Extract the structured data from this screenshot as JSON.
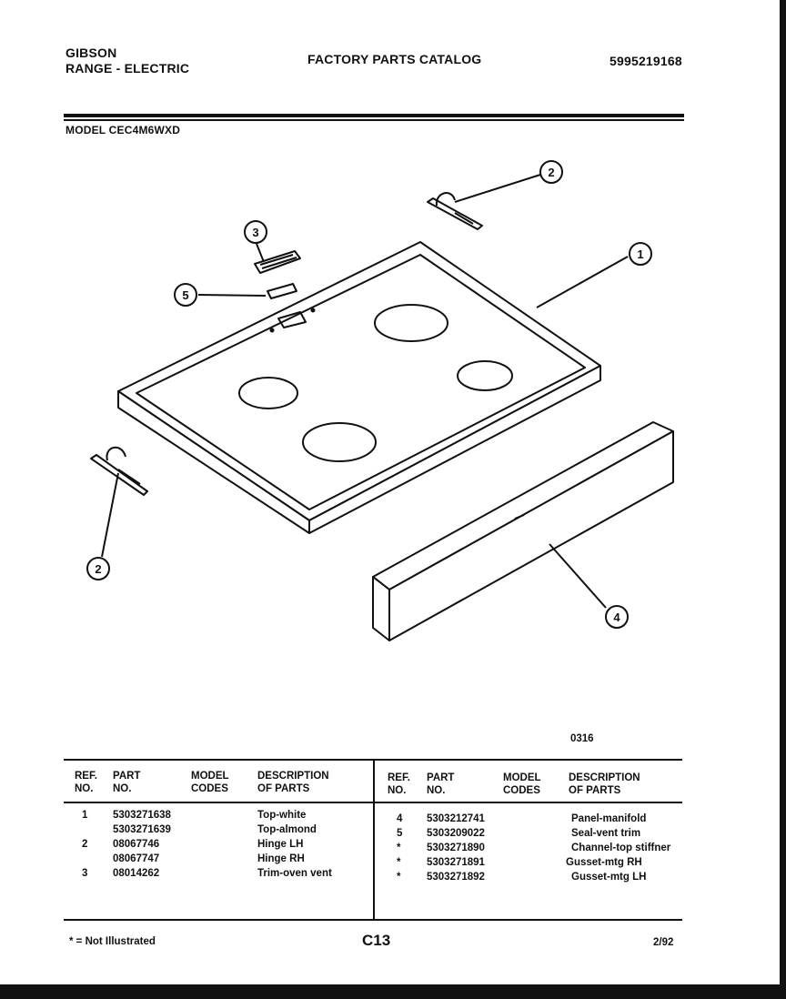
{
  "header": {
    "brand": "GIBSON",
    "product": "RANGE - ELECTRIC",
    "catalog_title": "FACTORY PARTS CATALOG",
    "catalog_number": "5995219168",
    "model": "MODEL CEC4M6WXD"
  },
  "diagram": {
    "figure_code": "0316",
    "callouts": [
      "1",
      "2",
      "2",
      "3",
      "4",
      "5"
    ]
  },
  "table": {
    "headers": {
      "ref": [
        "REF.",
        "NO."
      ],
      "part": [
        "PART",
        "NO."
      ],
      "model": [
        "MODEL",
        "CODES"
      ],
      "desc": [
        "DESCRIPTION",
        "OF PARTS"
      ]
    },
    "left_rows": [
      {
        "ref": "1",
        "part": "5303271638",
        "model": "",
        "desc": "Top-white"
      },
      {
        "ref": "",
        "part": "5303271639",
        "model": "",
        "desc": "Top-almond"
      },
      {
        "ref": "2",
        "part": "08067746",
        "model": "",
        "desc": "Hinge LH"
      },
      {
        "ref": "",
        "part": "08067747",
        "model": "",
        "desc": "Hinge RH"
      },
      {
        "ref": "3",
        "part": "08014262",
        "model": "",
        "desc": "Trim-oven vent"
      }
    ],
    "right_rows": [
      {
        "ref": "4",
        "part": "5303212741",
        "model": "",
        "desc": "Panel-manifold"
      },
      {
        "ref": "5",
        "part": "5303209022",
        "model": "",
        "desc": "Seal-vent trim"
      },
      {
        "ref": "*",
        "part": "5303271890",
        "model": "",
        "desc": "Channel-top stiffner"
      },
      {
        "ref": "*",
        "part": "5303271891",
        "model": "",
        "desc": "Gusset-mtg RH"
      },
      {
        "ref": "*",
        "part": "5303271892",
        "model": "",
        "desc": "Gusset-mtg LH"
      }
    ]
  },
  "footer": {
    "note": "* = Not Illustrated",
    "page": "C13",
    "date": "2/92"
  }
}
